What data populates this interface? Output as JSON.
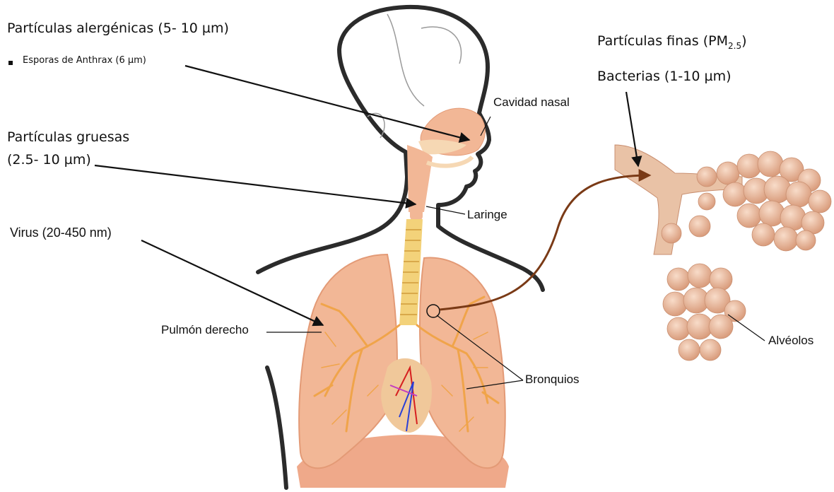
{
  "labels": {
    "particulas_alergenicas": "Partículas alergénicas (5- 10 µm)",
    "esporas_anthrax": "Esporas de Anthrax (6 µm)",
    "particulas_gruesas_line1": "Partículas gruesas",
    "particulas_gruesas_line2": "(2.5- 10 µm)",
    "virus": "Virus (20-450 nm)",
    "particulas_finas": "Partículas finas (PM",
    "particulas_finas_sub": "2.5",
    "particulas_finas_close": ")",
    "bacterias": "Bacterias (1-10 µm)",
    "cavidad_nasal": "Cavidad nasal",
    "laringe": "Laringe",
    "pulmon_derecho": "Pulmón derecho",
    "bronquios": "Bronquios",
    "alveolos": "Alvéolos"
  },
  "colors": {
    "outline": "#2b2b2b",
    "tissue": "#f2b796",
    "tissue_dark": "#e39a76",
    "airway": "#f6d8b4",
    "trachea": "#f3d27a",
    "vessels": "#f0a44a",
    "alveoli": "#e9b89a",
    "arrow": "#111111",
    "brown_arrow": "#7a3a16"
  }
}
